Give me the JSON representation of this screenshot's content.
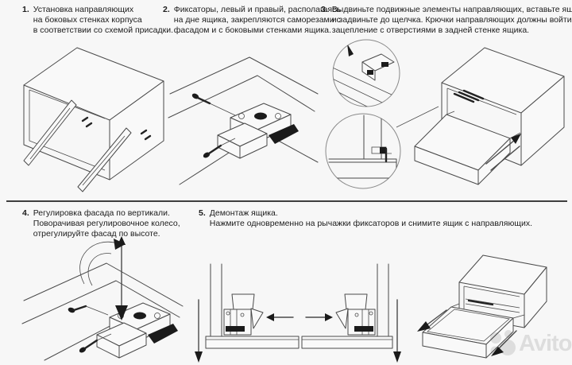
{
  "page": {
    "background": "#f7f7f7",
    "ink": "#1c1c1c",
    "line_color": "#4a4a4a",
    "watermark_color": "#dedede"
  },
  "steps": [
    {
      "num": "1.",
      "lines": [
        "Установка направляющих",
        "на боковых стенках корпуса",
        "в соответствии со схемой присадки."
      ]
    },
    {
      "num": "2.",
      "lines": [
        "Фиксаторы, левый и правый, располагаясь",
        "на дне ящика, закрепляются саморезами с",
        "фасадом и с боковыми стенками ящика."
      ]
    },
    {
      "num": "3.",
      "lines": [
        "Выдвиньте подвижные элементы направляющих, вставьте ящик",
        "и задвиньте до щелчка. Крючки направляющих должны войти в",
        "зацепление с отверстиями в задней стенке ящика."
      ]
    },
    {
      "num": "4.",
      "lines": [
        "Регулировка фасада по вертикали.",
        "Поворачивая регулировочное колесо,",
        "отрегулируйте фасад по высоте."
      ]
    },
    {
      "num": "5.",
      "lines": [
        "Демонтаж ящика.",
        "Нажмите одновременно на рычажки фиксаторов и снимите ящик с направляющих."
      ]
    }
  ],
  "watermark": {
    "label": "Avito"
  }
}
